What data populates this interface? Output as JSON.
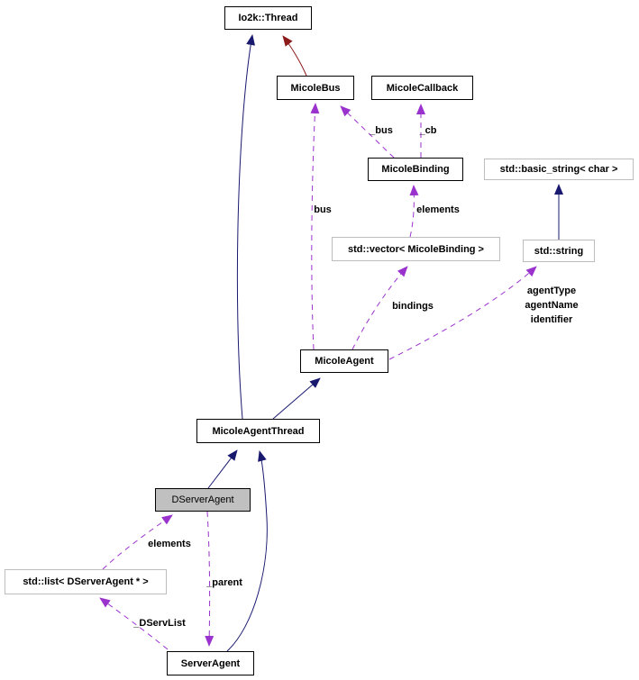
{
  "diagram": {
    "type": "doxygen-collaboration-graph",
    "highlighted_node": "DServerAgent",
    "colors": {
      "public_inheritance_edge": "#191970",
      "protected_inheritance_edge": "#8b1a1a",
      "usage_edge": "#9a32cd",
      "node_border": "#000000",
      "external_node_border": "#bdbdbd",
      "highlight_node_fill": "#c0c0c0",
      "background": "#ffffff",
      "text": "#000000"
    },
    "nodes": [
      {
        "label": "Io2k::Thread"
      },
      {
        "label": "MicoleBus"
      },
      {
        "label": "MicoleCallback"
      },
      {
        "label": "MicoleBinding"
      },
      {
        "label": "std::basic_string< char >"
      },
      {
        "label": "std::vector< MicoleBinding >"
      },
      {
        "label": "std::string"
      },
      {
        "label": "MicoleAgent"
      },
      {
        "label": "MicoleAgentThread"
      },
      {
        "label": "DServerAgent"
      },
      {
        "label": "std::list< DServerAgent * >"
      },
      {
        "label": "ServerAgent"
      }
    ],
    "edges": [
      {
        "from": "MicoleAgentThread",
        "to": "Io2k::Thread",
        "style": "solid",
        "color": "#191970",
        "label": ""
      },
      {
        "from": "MicoleBus",
        "to": "Io2k::Thread",
        "style": "solid",
        "color": "#8b1a1a",
        "label": ""
      },
      {
        "from": "DServerAgent",
        "to": "MicoleAgentThread",
        "style": "solid",
        "color": "#191970",
        "label": ""
      },
      {
        "from": "ServerAgent",
        "to": "MicoleAgentThread",
        "style": "solid",
        "color": "#191970",
        "label": ""
      },
      {
        "from": "MicoleAgentThread",
        "to": "MicoleAgent",
        "style": "solid",
        "color": "#191970",
        "label": ""
      },
      {
        "from": "std::string",
        "to": "std::basic_string< char >",
        "style": "solid",
        "color": "#191970",
        "label": ""
      },
      {
        "from": "MicoleBinding",
        "to": "MicoleBus",
        "style": "dashed",
        "color": "#9a32cd",
        "label": "_bus"
      },
      {
        "from": "MicoleBinding",
        "to": "MicoleCallback",
        "style": "dashed",
        "color": "#9a32cd",
        "label": "_cb"
      },
      {
        "from": "std::vector< MicoleBinding >",
        "to": "MicoleBinding",
        "style": "dashed",
        "color": "#9a32cd",
        "label": "elements"
      },
      {
        "from": "MicoleAgent",
        "to": "MicoleBus",
        "style": "dashed",
        "color": "#9a32cd",
        "label": "bus"
      },
      {
        "from": "MicoleAgent",
        "to": "std::vector< MicoleBinding >",
        "style": "dashed",
        "color": "#9a32cd",
        "label": "bindings"
      },
      {
        "from": "MicoleAgent",
        "to": "std::string",
        "style": "dashed",
        "color": "#9a32cd",
        "label": "agentType\nagentName\nidentifier"
      },
      {
        "from": "std::list< DServerAgent * >",
        "to": "DServerAgent",
        "style": "dashed",
        "color": "#9a32cd",
        "label": "elements"
      },
      {
        "from": "DServerAgent",
        "to": "ServerAgent",
        "style": "dashed",
        "color": "#9a32cd",
        "label": "_parent"
      },
      {
        "from": "ServerAgent",
        "to": "std::list< DServerAgent * >",
        "style": "dashed",
        "color": "#9a32cd",
        "label": "_DServList"
      }
    ]
  }
}
